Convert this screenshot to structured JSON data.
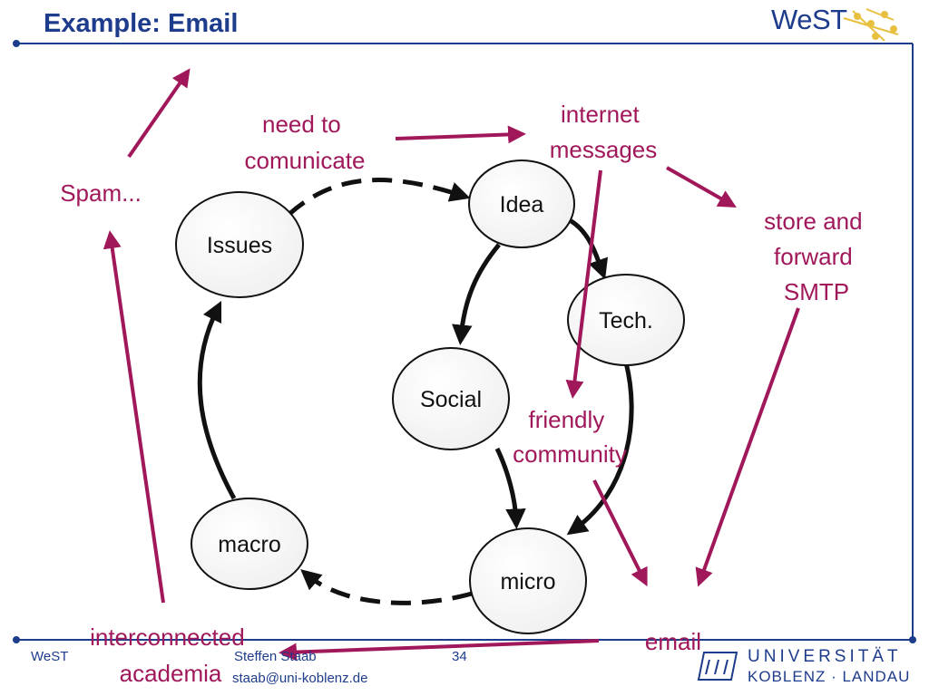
{
  "slide": {
    "title": "Example: Email",
    "logo": "WeST"
  },
  "nodes": [
    {
      "id": "issues",
      "label": "Issues"
    },
    {
      "id": "idea",
      "label": "Idea"
    },
    {
      "id": "tech",
      "label": "Tech."
    },
    {
      "id": "social",
      "label": "Social"
    },
    {
      "id": "micro",
      "label": "micro"
    },
    {
      "id": "macro",
      "label": "macro"
    }
  ],
  "labels": [
    {
      "id": "need",
      "lines": [
        "need to",
        "comunicate"
      ]
    },
    {
      "id": "internet",
      "lines": [
        "internet",
        "messages"
      ]
    },
    {
      "id": "spam",
      "lines": [
        "Spam..."
      ]
    },
    {
      "id": "store",
      "lines": [
        "store and",
        "forward",
        "SMTP"
      ]
    },
    {
      "id": "friendly",
      "lines": [
        "friendly",
        "community"
      ]
    },
    {
      "id": "email",
      "lines": [
        "email"
      ]
    },
    {
      "id": "academia",
      "lines": [
        "interconnected",
        "academia"
      ]
    }
  ],
  "footer": {
    "left": "WeST",
    "author": "Steffen Staab",
    "email": "staab@uni-koblenz.de",
    "page": "34",
    "university_line1": "UNIVERSITÄT",
    "university_line2": "KOBLENZ · LANDAU"
  },
  "colors": {
    "title": "#1e3c8c",
    "rule": "#1e3c8c",
    "accent": "#a0185a",
    "node_stroke": "#111111"
  }
}
